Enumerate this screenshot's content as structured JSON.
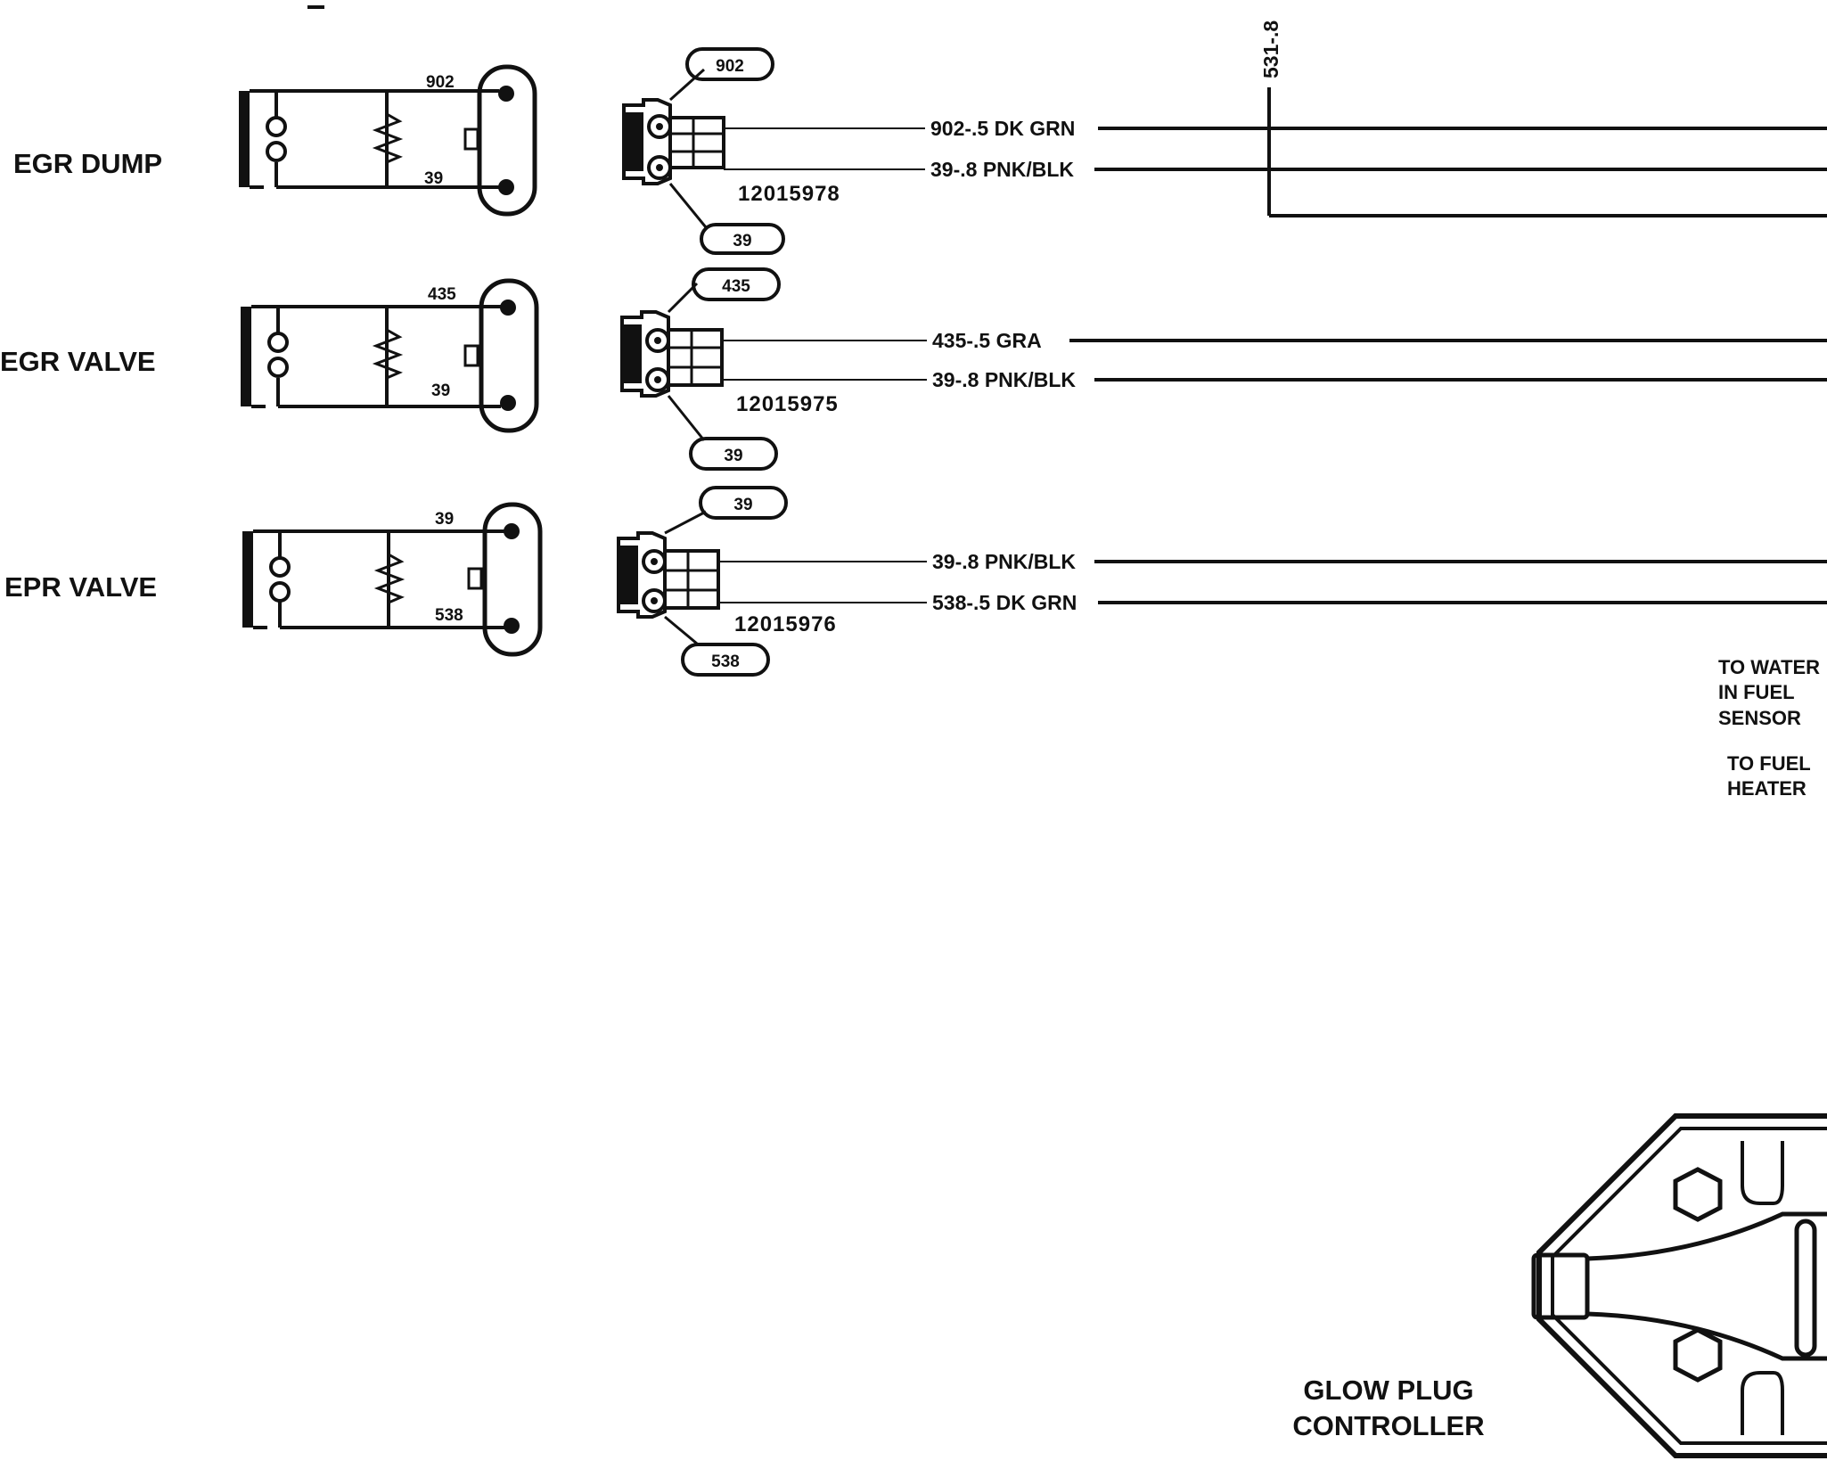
{
  "components": [
    {
      "name": "EGR DUMP",
      "top_pin": "902",
      "bottom_pin": "39",
      "part_number": "12015978",
      "callout_top": "902",
      "callout_bottom": "39",
      "wires": [
        "902-.5 DK GRN",
        "39-.8 PNK/BLK"
      ]
    },
    {
      "name": "EGR VALVE",
      "top_pin": "435",
      "bottom_pin": "39",
      "part_number": "12015975",
      "callout_top": "435",
      "callout_bottom": "39",
      "wires": [
        "435-.5 GRA",
        "39-.8 PNK/BLK"
      ]
    },
    {
      "name": "EPR VALVE",
      "top_pin": "39",
      "bottom_pin": "538",
      "part_number": "12015976",
      "callout_top": "39",
      "callout_bottom": "538",
      "wires": [
        "39-.8 PNK/BLK",
        "538-.5 DK GRN"
      ]
    }
  ],
  "vertical_wire_label": "531-.8",
  "notes": {
    "water_in_fuel": [
      "TO WATER",
      "IN FUEL",
      "SENSOR"
    ],
    "fuel_heater": [
      "TO FUEL",
      "HEATER"
    ]
  },
  "glow_plug_controller": [
    "GLOW PLUG",
    "CONTROLLER"
  ]
}
